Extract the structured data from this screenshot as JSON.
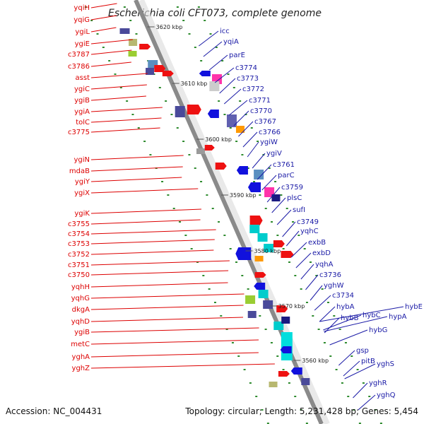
{
  "title": "Escherichia coli CFT073, complete genome",
  "footer": {
    "accession": "Accession: NC_004431",
    "topology": "Topology: circular; Length: 5,231,428 bp; Genes: 5,454"
  },
  "colors": {
    "left_label": "#dd0000",
    "right_label": "#1a1aa6",
    "forward_gene": "#ee1111",
    "reverse_gene": "#1111dd",
    "backbone": "#8a8a8a",
    "tick": "#2e8b2e"
  },
  "scale_labels": [
    "3620 kbp",
    "3610 kbp",
    "3600 kbp",
    "3590 kbp",
    "3580 kbp",
    "3570 kbp",
    "3560 kbp"
  ],
  "left_genes": [
    "yqiH",
    "yqiG",
    "ygiL",
    "ygiE",
    "c3787",
    "c3786",
    "asst",
    "ygiC",
    "ygiB",
    "ygiA",
    "tolC",
    "c3775",
    "ygiN",
    "mdaB",
    "ygiY",
    "ygiX",
    "ygiK",
    "c3755",
    "c3754",
    "c3753",
    "c3752",
    "c3751",
    "c3750",
    "yqhH",
    "yqhG",
    "dkgA",
    "yqhD",
    "ygiB",
    "metC",
    "yghA",
    "yghZ"
  ],
  "right_genes": [
    "icc",
    "yqiA",
    "parE",
    "c3774",
    "c3773",
    "c3772",
    "c3771",
    "c3770",
    "c3767",
    "c3766",
    "ygiW",
    "ygiV",
    "c3761",
    "parC",
    "c3759",
    "plsC",
    "sufI",
    "c3749",
    "yqhC",
    "exbB",
    "exbD",
    "yqhA",
    "c3736",
    "yghW",
    "c3734",
    "hybA",
    "hybB",
    "hybC",
    "hypA",
    "hybE",
    "hybG",
    "gsp",
    "pitB",
    "yghS",
    "yghR",
    "yghQ"
  ]
}
